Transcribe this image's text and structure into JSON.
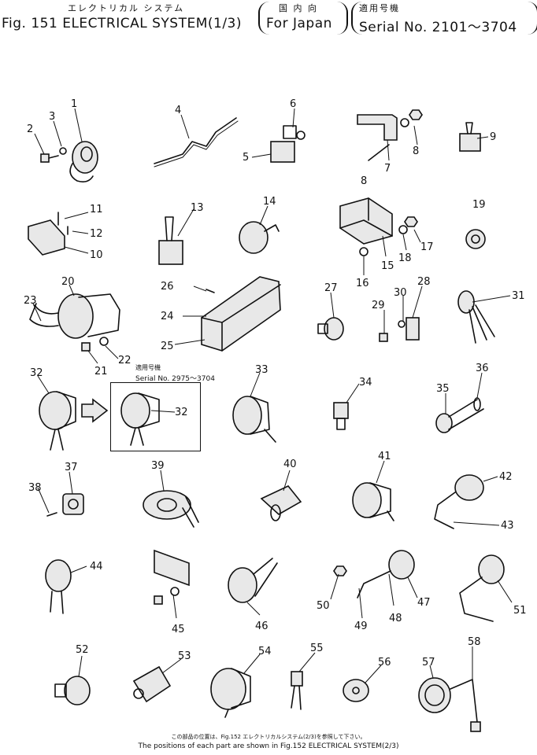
{
  "header": {
    "title_jp": "エレクトリカル システム",
    "title_en": "Fig. 151 ELECTRICAL SYSTEM(1/3)",
    "market_jp": "国 内 向",
    "market_en": "For Japan",
    "serial_jp": "適用号機",
    "serial_en": "Serial No. 2101～3704"
  },
  "inset": {
    "serial_jp": "適用号機",
    "serial_en": "Serial No. 2975～3704",
    "part_number": "32"
  },
  "callouts": [
    "1",
    "2",
    "3",
    "4",
    "5",
    "6",
    "7",
    "8",
    "8",
    "9",
    "10",
    "11",
    "12",
    "13",
    "14",
    "15",
    "16",
    "17",
    "18",
    "19",
    "20",
    "21",
    "22",
    "23",
    "24",
    "25",
    "26",
    "27",
    "28",
    "29",
    "30",
    "31",
    "32",
    "33",
    "34",
    "35",
    "36",
    "37",
    "38",
    "39",
    "40",
    "41",
    "42",
    "43",
    "44",
    "45",
    "46",
    "47",
    "48",
    "49",
    "50",
    "51",
    "52",
    "53",
    "54",
    "55",
    "56",
    "57",
    "58"
  ],
  "footer": {
    "jp": "この部品の位置は、Fig.152 エレクトリカルシステム(2/3)を参照して下さい。",
    "en": "The positions of each part are shown in Fig.152 ELECTRICAL SYSTEM(2/3)"
  }
}
